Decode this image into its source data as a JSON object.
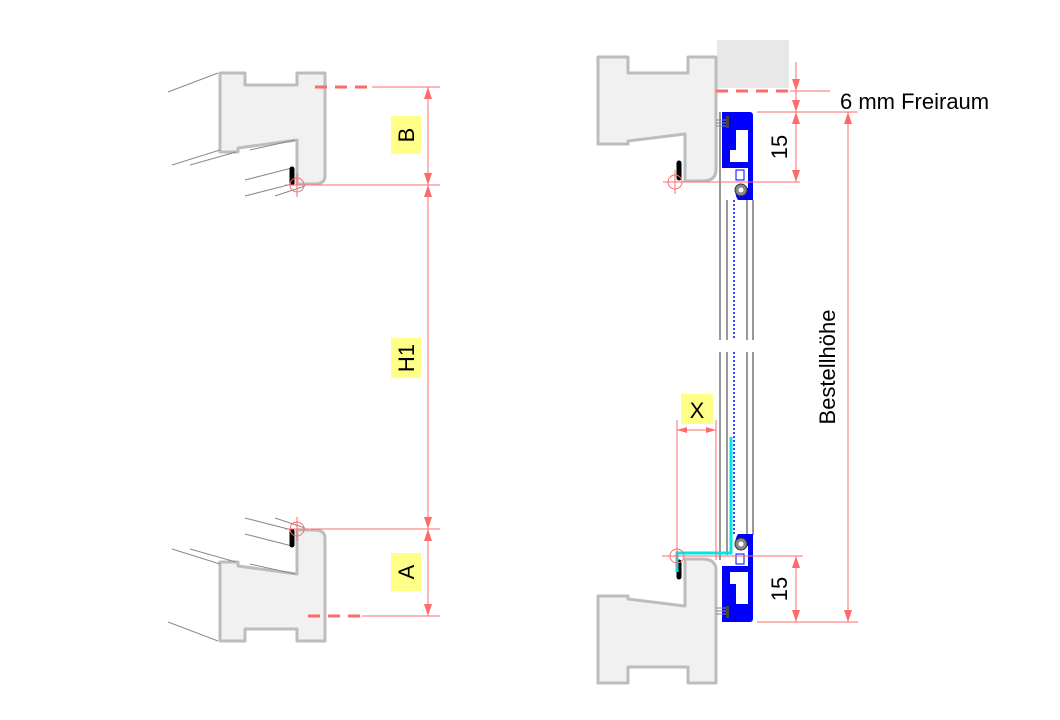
{
  "labels": {
    "b": "B",
    "h1": "H1",
    "a": "A",
    "x": "X",
    "dim_top": "15",
    "dim_bottom": "15",
    "freiraum": "6 mm Freiraum",
    "bestellhoehe": "Bestellhöhe"
  },
  "colors": {
    "dimension": "#ff6b6b",
    "profile_fill": "#f1f1f1",
    "profile_stroke": "#bdbdbd",
    "rail": "#0000ff",
    "highlight": "#ffff88",
    "cyan": "#00e5e5"
  }
}
